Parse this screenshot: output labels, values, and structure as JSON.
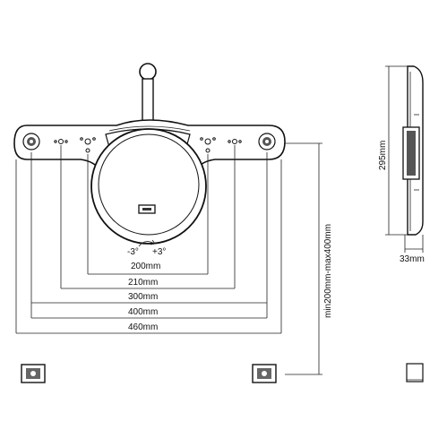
{
  "labels": {
    "w200": "200mm",
    "w210": "210mm",
    "w300": "300mm",
    "w400": "400mm",
    "w460": "460mm",
    "vertical_range": "min200mm-max400mm",
    "height_295": "295mm",
    "depth_33": "33mm",
    "tilt_minus": "-3°",
    "tilt_plus": "+3°"
  },
  "icons": {
    "tilt": "curved-arrow-icon",
    "pad": "mounting-pad-icon"
  }
}
